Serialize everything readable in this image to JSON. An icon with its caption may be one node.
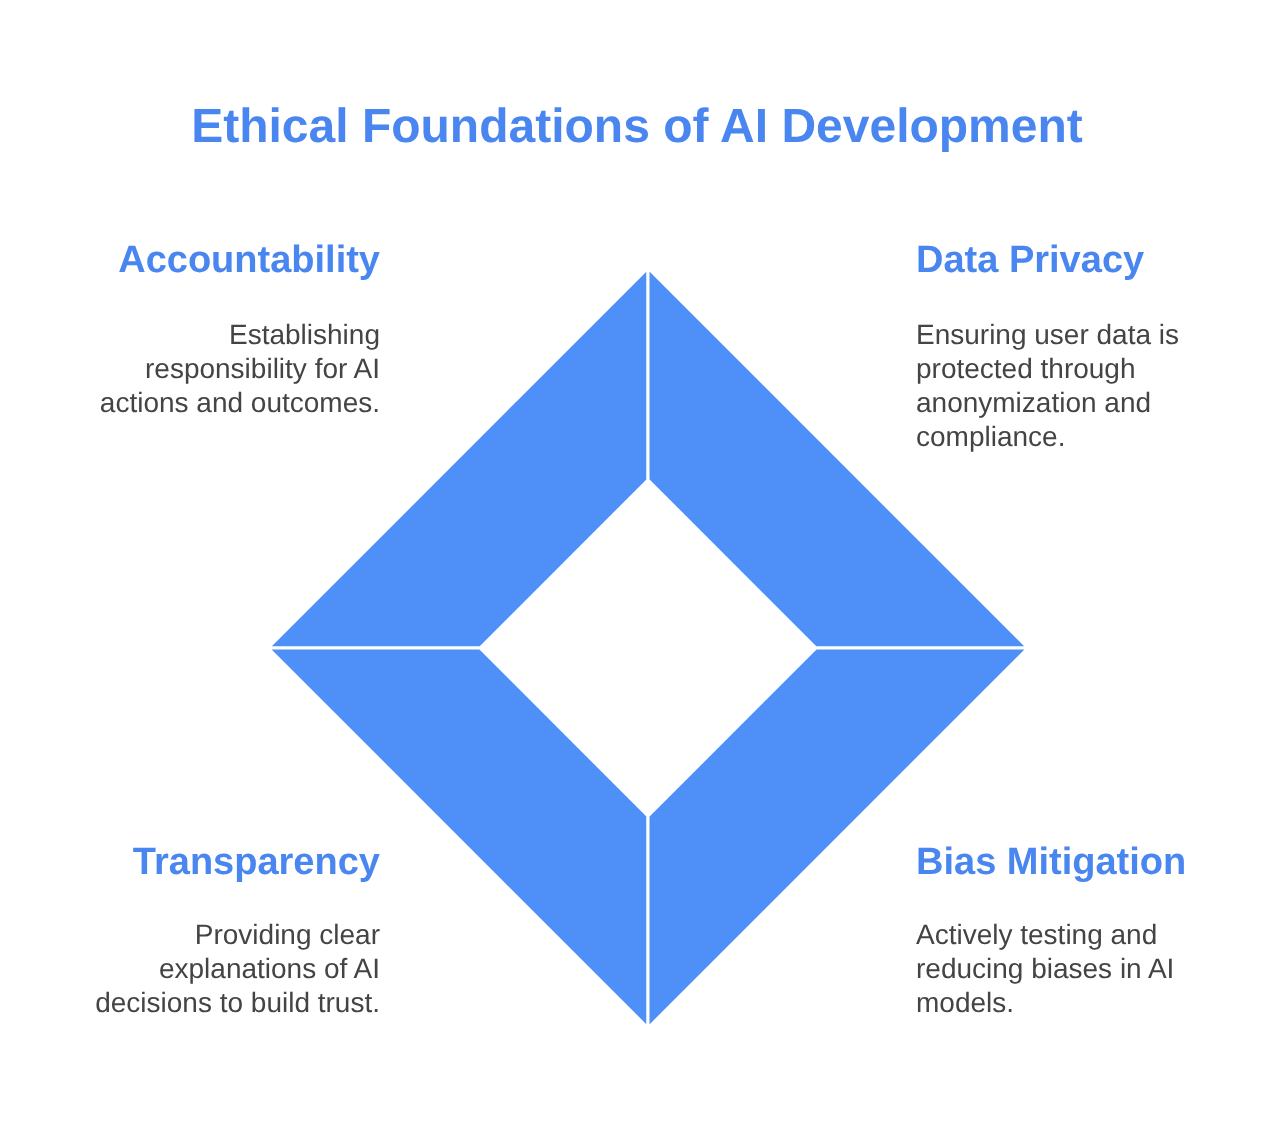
{
  "diagram": {
    "title": "Ethical Foundations of AI Development",
    "nodes": [
      {
        "text": [],
        "shape": "band",
        "beside": [
          "Accountability",
          "Establishing responsibility for AI actions and outcomes."
        ]
      },
      {
        "text": [],
        "shape": "band",
        "beside": [
          "Data Privacy",
          "Ensuring user data is protected through anonymization and compliance."
        ]
      },
      {
        "text": [],
        "shape": "band",
        "beside": [
          "Transparency",
          "Providing clear explanations of AI decisions to build trust."
        ]
      },
      {
        "text": [],
        "shape": "band",
        "beside": [
          "Bias Mitigation",
          "Actively testing and reducing biases in AI models."
        ]
      }
    ]
  }
}
